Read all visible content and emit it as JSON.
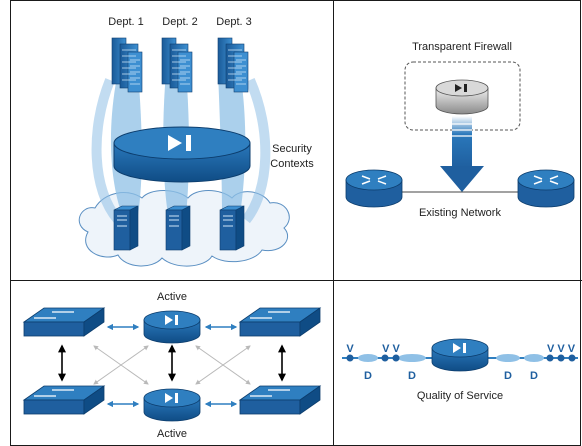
{
  "panel1": {
    "departments": [
      "Dept. 1",
      "Dept. 2",
      "Dept. 3"
    ],
    "contexts_label_line1": "Security",
    "contexts_label_line2": "Contexts"
  },
  "panel2": {
    "title": "Transparent Firewall",
    "network_label": "Existing Network"
  },
  "panel3": {
    "top_label": "Active",
    "bottom_label": "Active"
  },
  "panel4": {
    "title": "Quality of Service",
    "v_left_single": "V",
    "v_left_double": "V V",
    "v_right_triple": "V V V",
    "d1": "D",
    "d2": "D",
    "d3": "D",
    "d4": "D"
  },
  "colors": {
    "background": "#ffffff",
    "panel_border": "#1a1a1a",
    "device_blue": "#1f5f9f",
    "device_top": "#2f7fc0",
    "light_blue": "#8fc0e6",
    "cloud_fill": "#eef4fa",
    "grey_arrow": "#b9b9b9"
  }
}
